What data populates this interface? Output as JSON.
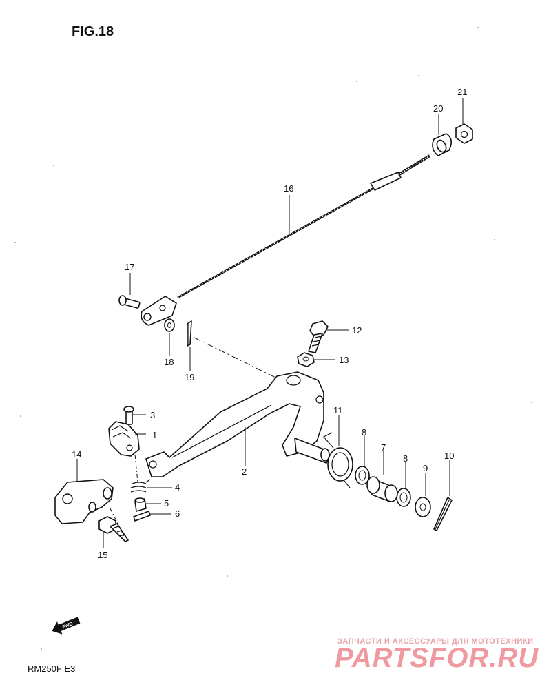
{
  "figure": {
    "title": "FIG.18",
    "model": "RM250F  E3"
  },
  "direction_badge": {
    "text": "FWD"
  },
  "callouts": [
    "1",
    "2",
    "3",
    "4",
    "5",
    "6",
    "7",
    "8",
    "8",
    "9",
    "10",
    "11",
    "12",
    "13",
    "14",
    "15",
    "16",
    "17",
    "18",
    "19",
    "20",
    "21"
  ],
  "watermark": {
    "tagline": "ЗАПЧАСТИ И АКСЕССУАРЫ ДЛЯ МОТОТЕХНИКИ",
    "brand": "PARTSFOR.RU",
    "color": "#ef9aa1"
  },
  "colors": {
    "line": "#111111",
    "background": "#ffffff"
  }
}
